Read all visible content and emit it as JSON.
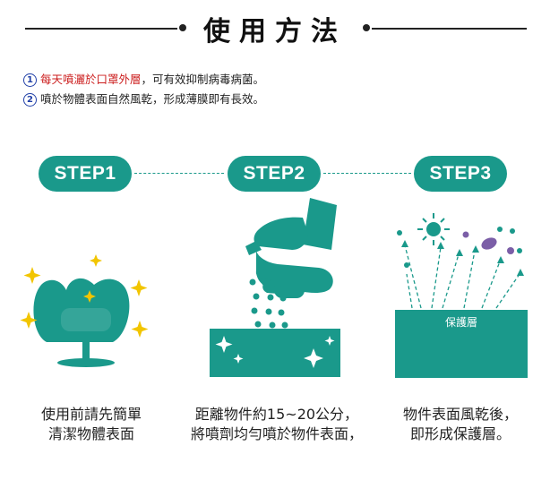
{
  "header": {
    "title": "使用方法"
  },
  "notes": [
    {
      "num": "1",
      "highlight": "每天噴灑於口罩外層",
      "rest": "，可有效抑制病毒病菌。"
    },
    {
      "num": "2",
      "highlight": "",
      "rest": "噴於物體表面自然風乾，形成薄膜即有長效。"
    }
  ],
  "steps": [
    {
      "label": "STEP1",
      "caption": [
        "使用前請先簡單",
        "清潔物體表面"
      ]
    },
    {
      "label": "STEP2",
      "caption": [
        "距離物件約15~20公分，",
        "將噴劑均勻噴於物件表面，"
      ]
    },
    {
      "label": "STEP3",
      "caption": [
        "物件表面風乾後，",
        "即形成保護層。"
      ],
      "layer_label": "保護層"
    }
  ],
  "colors": {
    "teal": "#1a998b",
    "sparkle": "#f2c500",
    "accent_red": "#cc1f1f",
    "accent_blue": "#2140a8",
    "germ_purple": "#7b5ea7"
  }
}
